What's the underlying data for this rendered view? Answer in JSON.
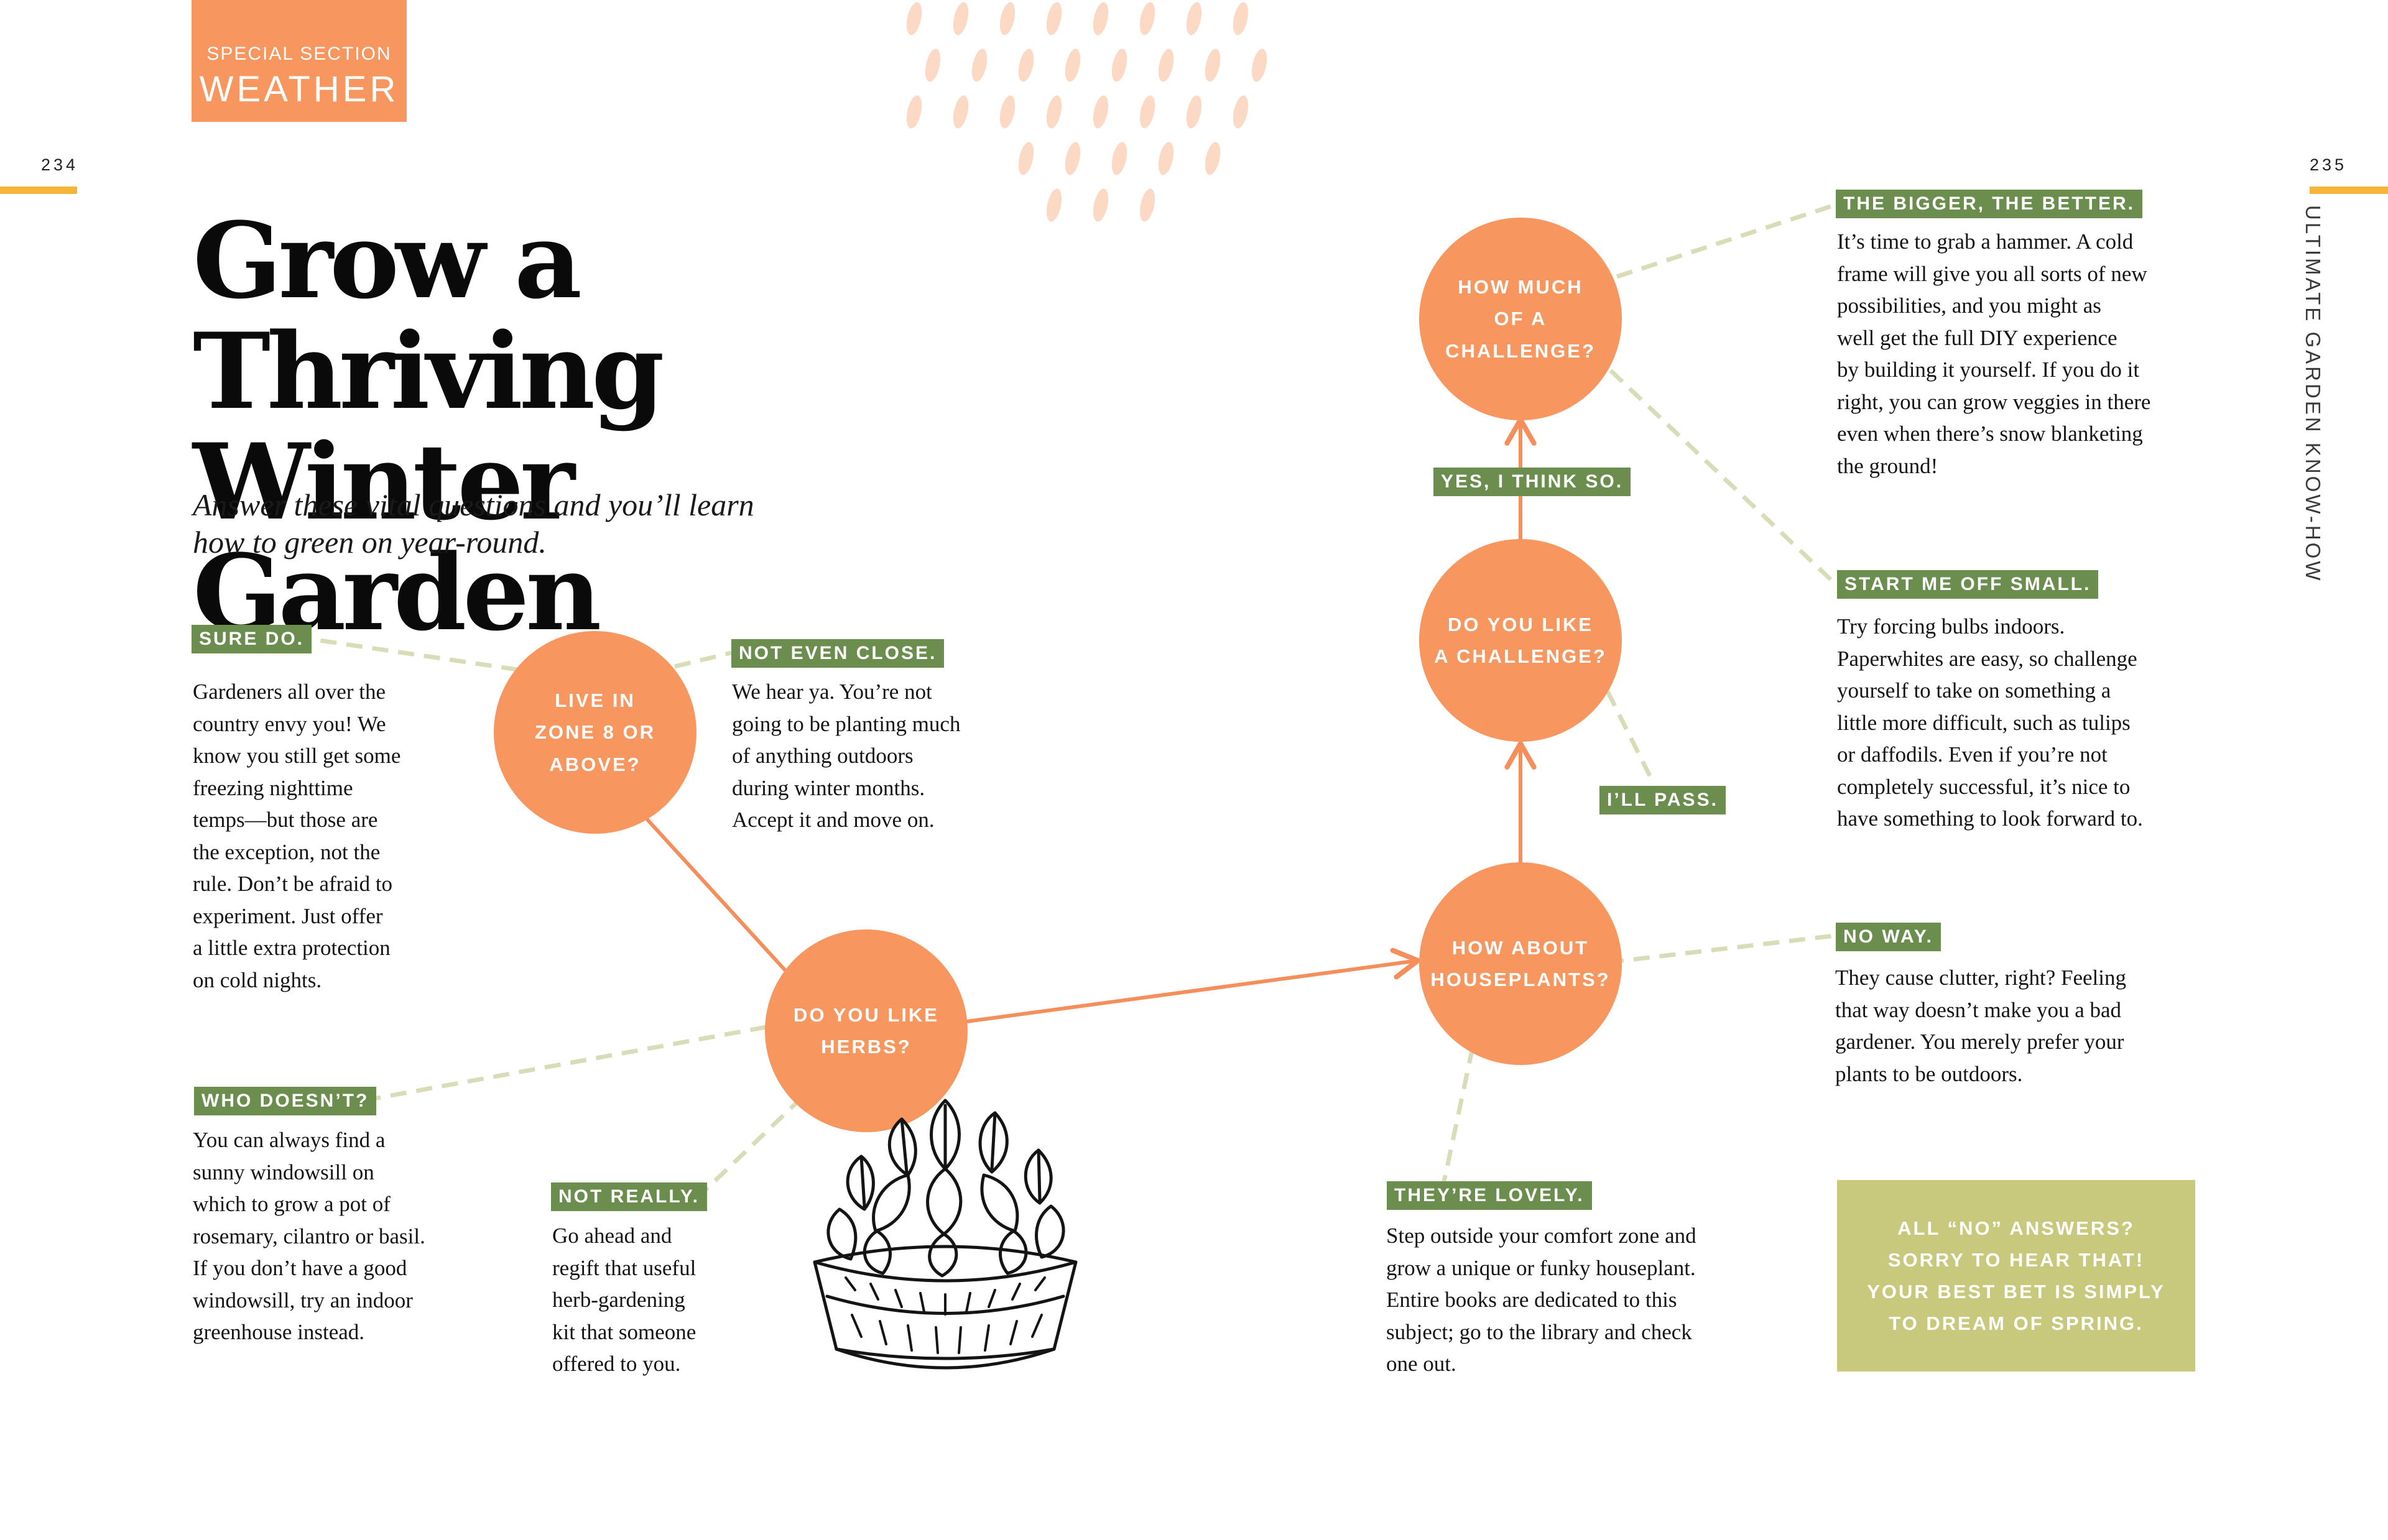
{
  "header": {
    "section_kicker": "SPECIAL SECTION",
    "section_name": "WEATHER",
    "page_left": "234",
    "page_right": "235",
    "spine_text": "ULTIMATE GARDEN KNOW-HOW"
  },
  "title_lines": [
    "Grow a Thriving",
    "Winter Garden"
  ],
  "subtitle_lines": [
    "Answer these vital questions and you’ll learn",
    "how to green on year-round."
  ],
  "nodes": {
    "zone": [
      "LIVE IN",
      "ZONE 8 OR",
      "ABOVE?"
    ],
    "herbs": [
      "DO YOU LIKE",
      "HERBS?"
    ],
    "houseplants": [
      "HOW ABOUT",
      "HOUSEPLANTS?"
    ],
    "challenge": [
      "DO YOU LIKE",
      "A CHALLENGE?"
    ],
    "how_much": [
      "HOW MUCH",
      "OF A",
      "CHALLENGE?"
    ]
  },
  "answers": {
    "sure_do": {
      "tag": "SURE DO.",
      "lines": [
        "Gardeners all over the",
        "country envy you! We",
        "know you still get some",
        "freezing nighttime",
        "temps—but those are",
        "the exception, not the",
        "rule. Don’t be afraid to",
        "experiment. Just offer",
        "a little extra protection",
        "on cold nights."
      ]
    },
    "not_even_close": {
      "tag": "NOT EVEN CLOSE.",
      "lines": [
        "We hear ya. You’re not",
        "going to be planting much",
        "of anything outdoors",
        "during winter months.",
        "Accept it and move on."
      ]
    },
    "who_doesnt": {
      "tag": "WHO DOESN’T?",
      "lines": [
        "You can always find a",
        "sunny windowsill on",
        "which to grow a pot of",
        "rosemary, cilantro or basil.",
        "If you don’t have a good",
        "windowsill, try an indoor",
        "greenhouse instead."
      ]
    },
    "not_really": {
      "tag": "NOT REALLY.",
      "lines": [
        "Go ahead and",
        "regift that useful",
        "herb-gardening",
        "kit that someone",
        "offered to you."
      ]
    },
    "theyre_lovely": {
      "tag": "THEY’RE LOVELY.",
      "lines": [
        "Step outside your comfort zone and",
        "grow a unique or funky houseplant.",
        "Entire books are dedicated to this",
        "subject; go to the library and check",
        "one out."
      ]
    },
    "no_way": {
      "tag": "NO WAY.",
      "lines": [
        "They cause clutter, right? Feeling",
        "that way doesn’t make you a bad",
        "gardener. You merely prefer your",
        "plants to be outdoors."
      ]
    },
    "bigger_better": {
      "tag": "THE BIGGER, THE BETTER.",
      "lines": [
        "It’s time to grab a hammer. A cold",
        "frame will give you all sorts of new",
        "possibilities, and you might as",
        "well get the full DIY experience",
        "by building it yourself. If you do it",
        "right, you can grow veggies in there",
        "even when there’s snow blanketing",
        "the ground!"
      ]
    },
    "start_small": {
      "tag": "START ME OFF SMALL.",
      "lines": [
        "Try forcing bulbs indoors.",
        "Paperwhites are easy, so challenge",
        "yourself to take on something a",
        "little more difficult, such as tulips",
        "or daffodils. Even if you’re not",
        "completely successful, it’s nice to",
        "have something to look forward to."
      ]
    },
    "yes_think_so": {
      "tag": "YES, I THINK SO."
    },
    "ill_pass": {
      "tag": "I’LL PASS."
    }
  },
  "no_box_lines": [
    "ALL “NO” ANSWERS?",
    "SORRY TO HEAR THAT!",
    "YOUR BEST BET IS SIMPLY",
    "TO DREAM OF SPRING."
  ],
  "colors": {
    "node_orange": "#f7975f",
    "arrow_orange": "#f48e5a",
    "tag_green": "#6b8e4e",
    "dash_green": "#d9dcb7",
    "box_green": "#c8c97d",
    "accent_gold": "#f5b43a",
    "drop_peach": "#fcd9c4"
  },
  "icons": {
    "illustration": "potted-herb-plant-icon",
    "decor": "raindrop-pattern-icon"
  }
}
